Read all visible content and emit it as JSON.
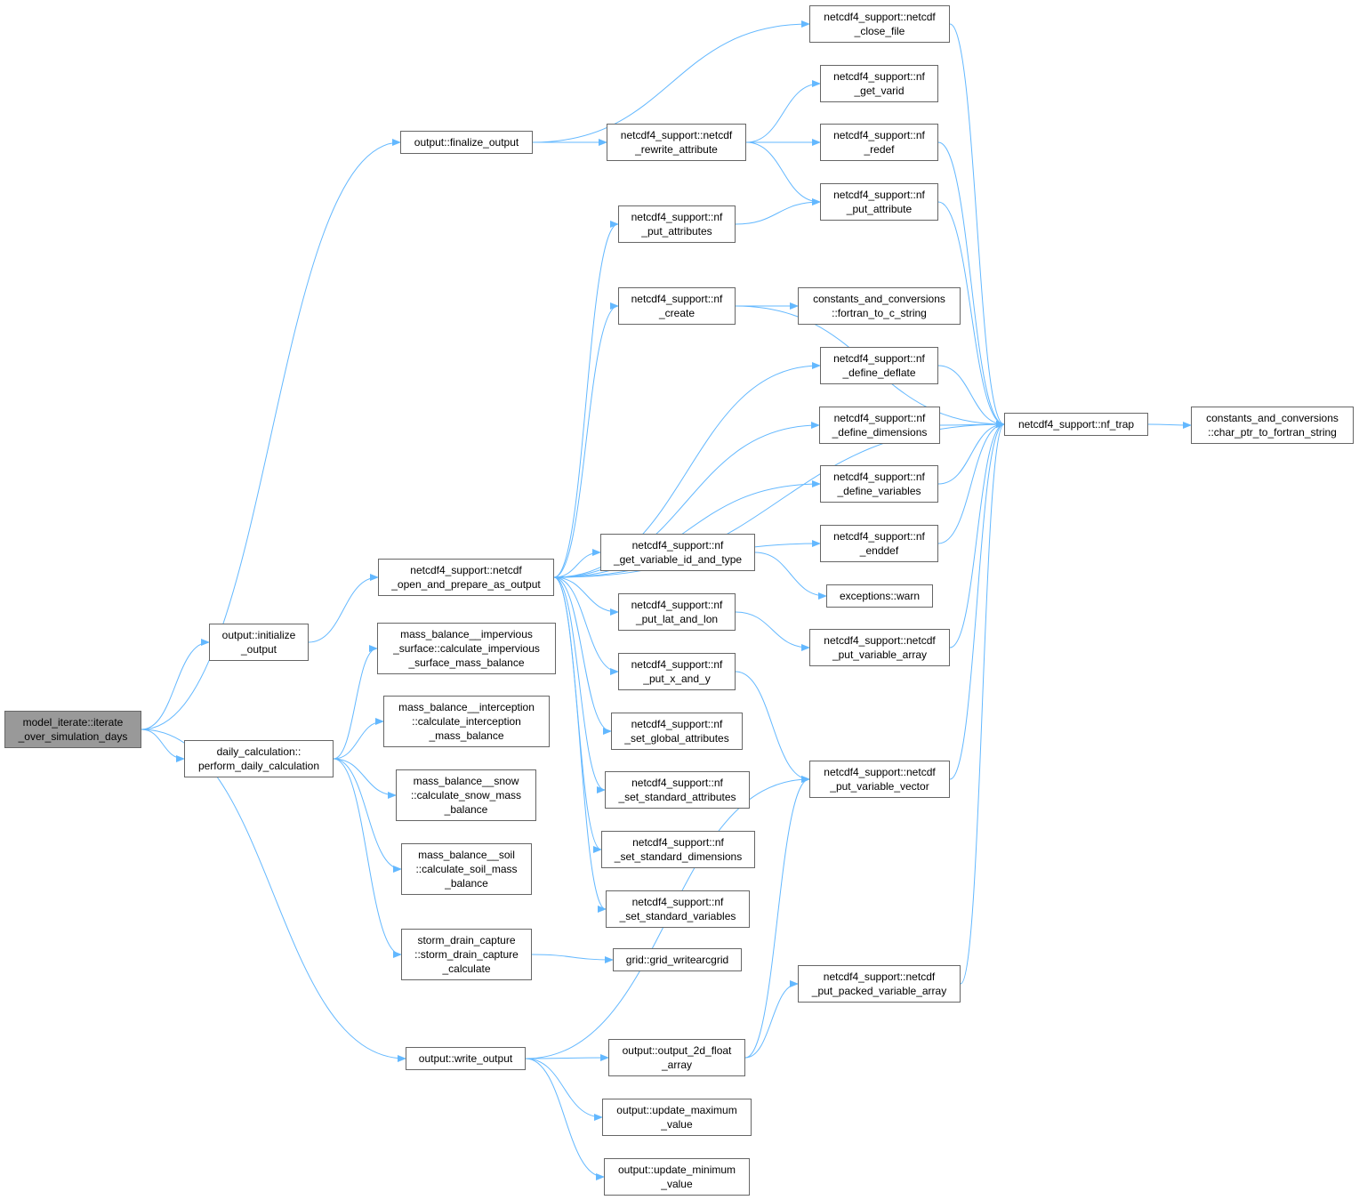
{
  "colors": {
    "edge": "#63B8FF",
    "node_border": "#666666",
    "node_fill": "#FFFFFF",
    "root_fill": "#999999",
    "text": "#000000"
  },
  "nodes": [
    {
      "id": "iterate",
      "label": "model_iterate::iterate\n_over_simulation_days",
      "root": true
    },
    {
      "id": "finalize",
      "label": "output::finalize_output"
    },
    {
      "id": "initialize",
      "label": "output::initialize\n_output"
    },
    {
      "id": "daily",
      "label": "daily_calculation::\nperform_daily_calculation"
    },
    {
      "id": "write_output",
      "label": "output::write_output"
    },
    {
      "id": "close_file",
      "label": "netcdf4_support::netcdf\n_close_file"
    },
    {
      "id": "rewrite_attr",
      "label": "netcdf4_support::netcdf\n_rewrite_attribute"
    },
    {
      "id": "get_varid",
      "label": "netcdf4_support::nf\n_get_varid"
    },
    {
      "id": "redef",
      "label": "netcdf4_support::nf\n_redef"
    },
    {
      "id": "put_attribute",
      "label": "netcdf4_support::nf\n_put_attribute"
    },
    {
      "id": "put_attributes",
      "label": "netcdf4_support::nf\n_put_attributes"
    },
    {
      "id": "nf_create",
      "label": "netcdf4_support::nf\n_create"
    },
    {
      "id": "fortran_to_c",
      "label": "constants_and_conversions\n::fortran_to_c_string"
    },
    {
      "id": "define_deflate",
      "label": "netcdf4_support::nf\n_define_deflate"
    },
    {
      "id": "define_dimensions",
      "label": "netcdf4_support::nf\n_define_dimensions"
    },
    {
      "id": "define_variables",
      "label": "netcdf4_support::nf\n_define_variables"
    },
    {
      "id": "enddef",
      "label": "netcdf4_support::nf\n_enddef"
    },
    {
      "id": "nf_trap",
      "label": "netcdf4_support::nf_trap"
    },
    {
      "id": "char_ptr",
      "label": "constants_and_conversions\n::char_ptr_to_fortran_string"
    },
    {
      "id": "open_prepare",
      "label": "netcdf4_support::netcdf\n_open_and_prepare_as_output"
    },
    {
      "id": "get_var_id_type",
      "label": "netcdf4_support::nf\n_get_variable_id_and_type"
    },
    {
      "id": "warn",
      "label": "exceptions::warn"
    },
    {
      "id": "put_lat_lon",
      "label": "netcdf4_support::nf\n_put_lat_and_lon"
    },
    {
      "id": "put_var_array",
      "label": "netcdf4_support::netcdf\n_put_variable_array"
    },
    {
      "id": "put_x_y",
      "label": "netcdf4_support::nf\n_put_x_and_y"
    },
    {
      "id": "set_global",
      "label": "netcdf4_support::nf\n_set_global_attributes"
    },
    {
      "id": "put_var_vector",
      "label": "netcdf4_support::netcdf\n_put_variable_vector"
    },
    {
      "id": "set_std_attr",
      "label": "netcdf4_support::nf\n_set_standard_attributes"
    },
    {
      "id": "set_std_dims",
      "label": "netcdf4_support::nf\n_set_standard_dimensions"
    },
    {
      "id": "set_std_vars",
      "label": "netcdf4_support::nf\n_set_standard_variables"
    },
    {
      "id": "mb_impervious",
      "label": "mass_balance__impervious\n_surface::calculate_impervious\n_surface_mass_balance"
    },
    {
      "id": "mb_interception",
      "label": "mass_balance__interception\n::calculate_interception\n_mass_balance"
    },
    {
      "id": "mb_snow",
      "label": "mass_balance__snow\n::calculate_snow_mass\n_balance"
    },
    {
      "id": "mb_soil",
      "label": "mass_balance__soil\n::calculate_soil_mass\n_balance"
    },
    {
      "id": "storm_drain",
      "label": "storm_drain_capture\n::storm_drain_capture\n_calculate"
    },
    {
      "id": "grid_write",
      "label": "grid::grid_writearcgrid"
    },
    {
      "id": "put_packed",
      "label": "netcdf4_support::netcdf\n_put_packed_variable_array"
    },
    {
      "id": "output_2d",
      "label": "output::output_2d_float\n_array"
    },
    {
      "id": "update_max",
      "label": "output::update_maximum\n_value"
    },
    {
      "id": "update_min",
      "label": "output::update_minimum\n_value"
    }
  ],
  "edges": [
    [
      "iterate",
      "finalize"
    ],
    [
      "iterate",
      "initialize"
    ],
    [
      "iterate",
      "daily"
    ],
    [
      "iterate",
      "write_output"
    ],
    [
      "finalize",
      "close_file"
    ],
    [
      "finalize",
      "rewrite_attr"
    ],
    [
      "rewrite_attr",
      "get_varid"
    ],
    [
      "rewrite_attr",
      "redef"
    ],
    [
      "rewrite_attr",
      "put_attribute"
    ],
    [
      "close_file",
      "nf_trap"
    ],
    [
      "redef",
      "nf_trap"
    ],
    [
      "put_attribute",
      "nf_trap"
    ],
    [
      "initialize",
      "open_prepare"
    ],
    [
      "open_prepare",
      "put_attributes"
    ],
    [
      "open_prepare",
      "nf_create"
    ],
    [
      "open_prepare",
      "nf_trap"
    ],
    [
      "open_prepare",
      "define_deflate"
    ],
    [
      "open_prepare",
      "define_dimensions"
    ],
    [
      "open_prepare",
      "define_variables"
    ],
    [
      "open_prepare",
      "enddef"
    ],
    [
      "open_prepare",
      "get_var_id_type"
    ],
    [
      "open_prepare",
      "put_lat_lon"
    ],
    [
      "open_prepare",
      "put_x_y"
    ],
    [
      "open_prepare",
      "set_global"
    ],
    [
      "open_prepare",
      "set_std_attr"
    ],
    [
      "open_prepare",
      "set_std_dims"
    ],
    [
      "open_prepare",
      "set_std_vars"
    ],
    [
      "put_attributes",
      "put_attribute"
    ],
    [
      "nf_create",
      "fortran_to_c"
    ],
    [
      "nf_create",
      "nf_trap"
    ],
    [
      "define_deflate",
      "nf_trap"
    ],
    [
      "define_dimensions",
      "nf_trap"
    ],
    [
      "define_variables",
      "nf_trap"
    ],
    [
      "enddef",
      "nf_trap"
    ],
    [
      "nf_trap",
      "char_ptr"
    ],
    [
      "get_var_id_type",
      "warn"
    ],
    [
      "put_lat_lon",
      "put_var_array"
    ],
    [
      "put_x_y",
      "put_var_vector"
    ],
    [
      "put_var_array",
      "nf_trap"
    ],
    [
      "put_var_vector",
      "nf_trap"
    ],
    [
      "put_packed",
      "nf_trap"
    ],
    [
      "daily",
      "mb_impervious"
    ],
    [
      "daily",
      "mb_interception"
    ],
    [
      "daily",
      "mb_snow"
    ],
    [
      "daily",
      "mb_soil"
    ],
    [
      "daily",
      "storm_drain"
    ],
    [
      "storm_drain",
      "grid_write"
    ],
    [
      "write_output",
      "output_2d"
    ],
    [
      "write_output",
      "update_max"
    ],
    [
      "write_output",
      "update_min"
    ],
    [
      "write_output",
      "put_var_vector"
    ],
    [
      "output_2d",
      "put_var_vector"
    ],
    [
      "output_2d",
      "put_packed"
    ]
  ]
}
